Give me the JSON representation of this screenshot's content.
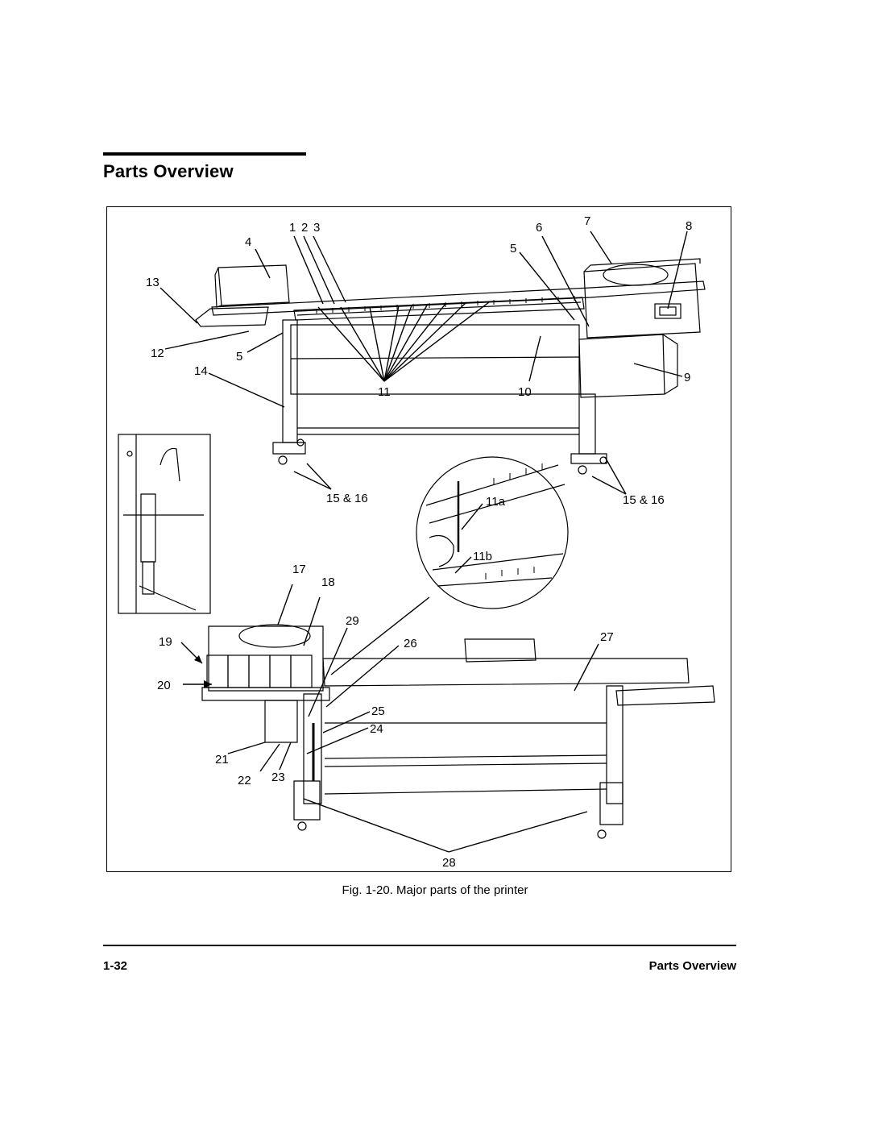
{
  "header": {
    "section_title": "Parts Overview"
  },
  "figure": {
    "callouts": {
      "c1": "1",
      "c2": "2",
      "c3": "3",
      "c4": "4",
      "c5a": "5",
      "c5b": "5",
      "c6": "6",
      "c7": "7",
      "c8": "8",
      "c9": "9",
      "c10": "10",
      "c11": "11",
      "c11a": "11a",
      "c11b": "11b",
      "c12": "12",
      "c13": "13",
      "c14": "14",
      "c1516a": "15 & 16",
      "c1516b": "15 & 16",
      "c17": "17",
      "c18": "18",
      "c19": "19",
      "c20": "20",
      "c21": "21",
      "c22": "22",
      "c23": "23",
      "c24": "24",
      "c25": "25",
      "c26": "26",
      "c27": "27",
      "c28": "28",
      "c29": "29"
    },
    "caption": "Fig. 1-20. Major parts of the printer"
  },
  "footer": {
    "page_number": "1-32",
    "running_title": "Parts Overview"
  }
}
